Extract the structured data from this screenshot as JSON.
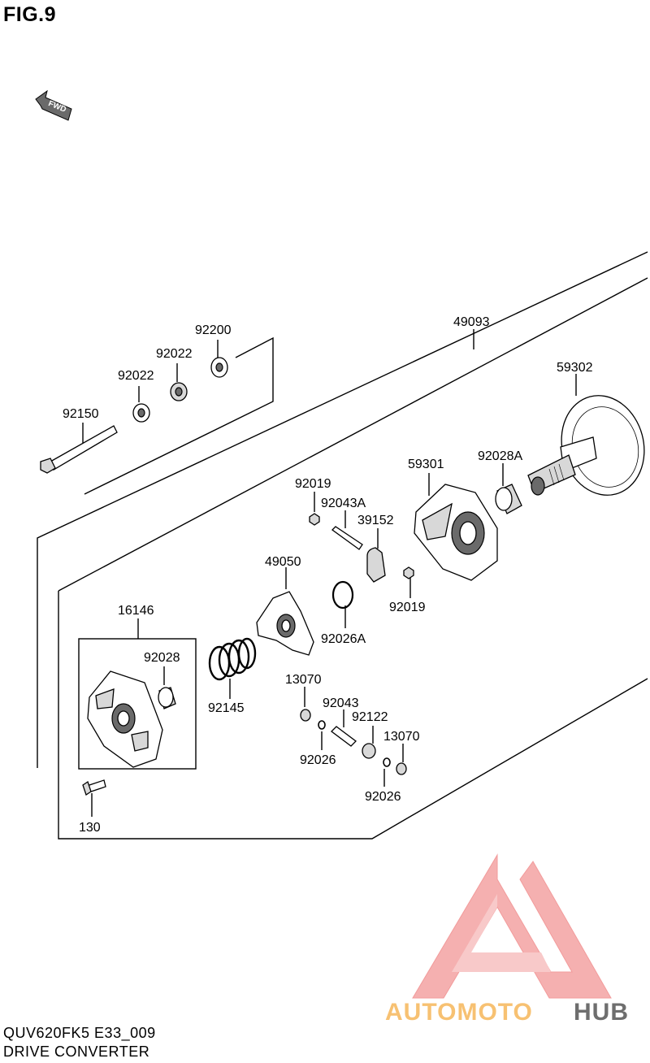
{
  "header": {
    "figure_title": "FIG.9"
  },
  "fwd_indicator": {
    "label": "FWD",
    "icon": "fwd-arrow-icon"
  },
  "parts": [
    {
      "id": "49093"
    },
    {
      "id": "59302"
    },
    {
      "id": "92200"
    },
    {
      "id": "92022"
    },
    {
      "id": "92022"
    },
    {
      "id": "92150"
    },
    {
      "id": "59301"
    },
    {
      "id": "92028A"
    },
    {
      "id": "92019"
    },
    {
      "id": "92043A"
    },
    {
      "id": "39152"
    },
    {
      "id": "92019"
    },
    {
      "id": "49050"
    },
    {
      "id": "92026A"
    },
    {
      "id": "16146"
    },
    {
      "id": "92028"
    },
    {
      "id": "92145"
    },
    {
      "id": "13070"
    },
    {
      "id": "92043"
    },
    {
      "id": "92122"
    },
    {
      "id": "13070"
    },
    {
      "id": "92026"
    },
    {
      "id": "92026"
    },
    {
      "id": "130"
    }
  ],
  "footer": {
    "model_code": "QUV620FK5 E33_009",
    "section_name": "DRIVE CONVERTER"
  },
  "watermark": {
    "part1": "AUTOMOTO",
    "part2": "HUB",
    "color_primary": "#f08a8a",
    "color_secondary": "#555555",
    "text_color_1": "#f6b75a"
  }
}
